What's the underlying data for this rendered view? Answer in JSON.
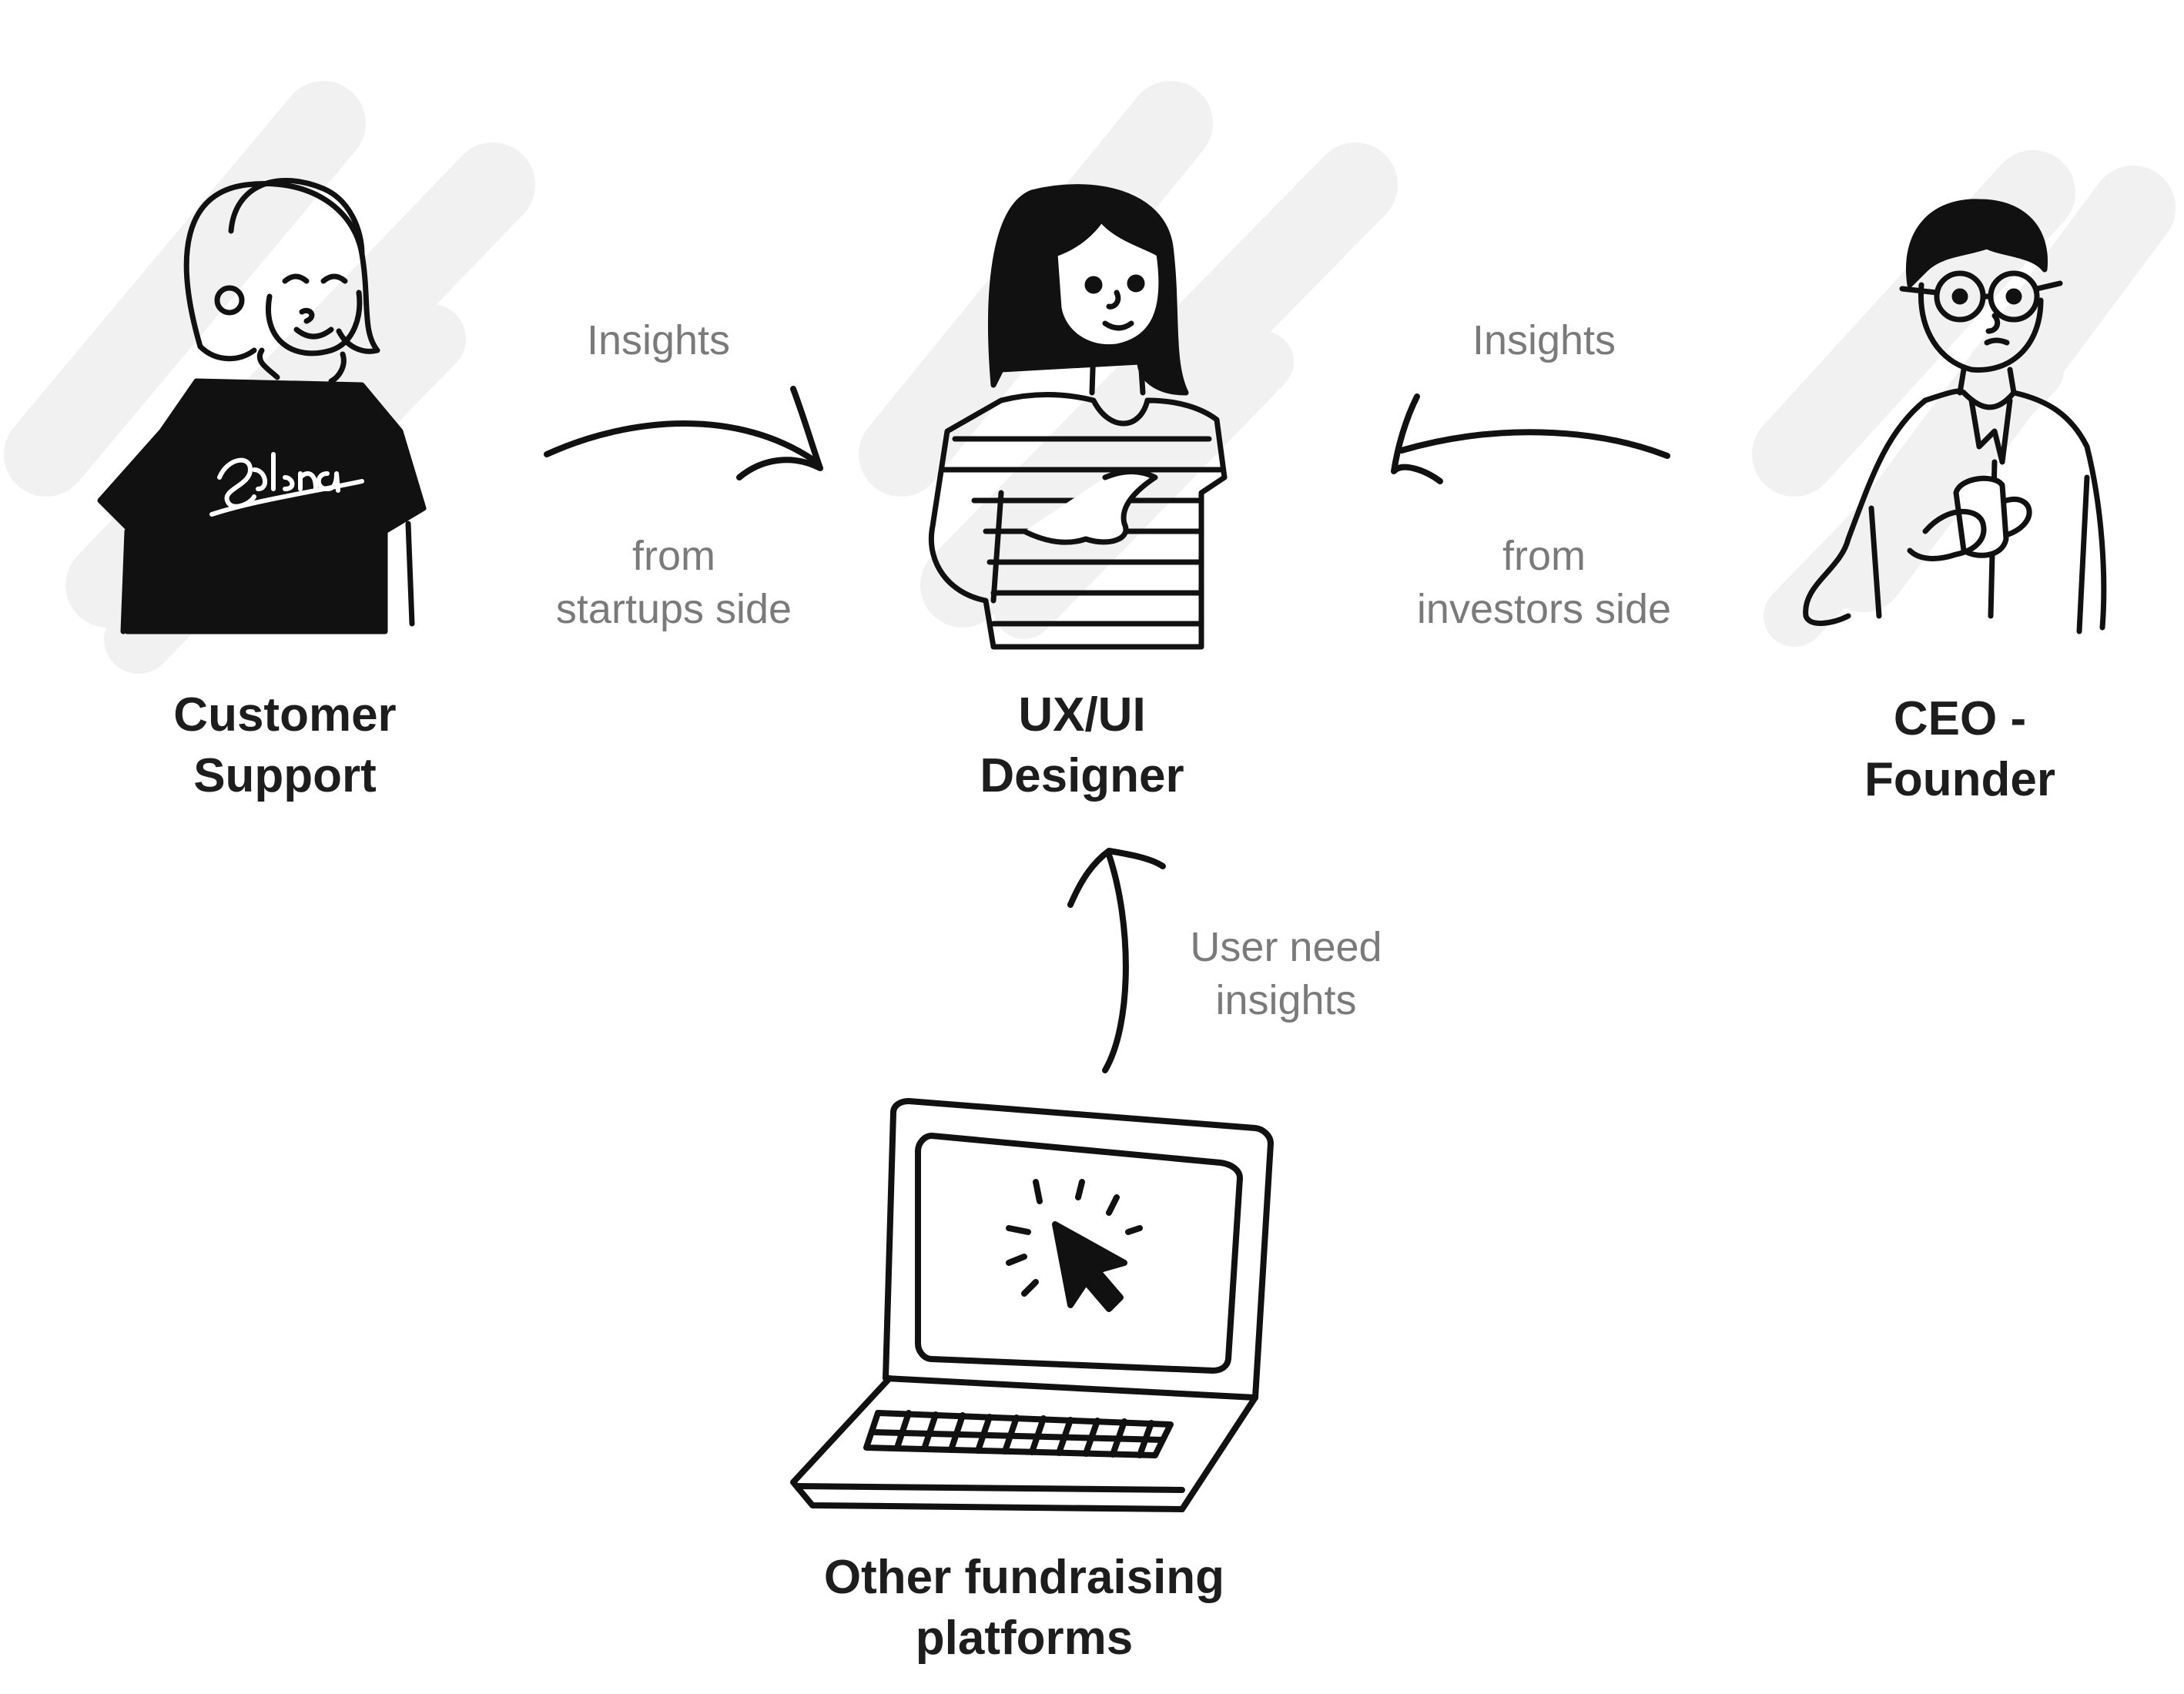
{
  "nodes": {
    "customer_support": {
      "line1": "Customer",
      "line2": "Support"
    },
    "designer": {
      "line1": "UX/UI",
      "line2": "Designer"
    },
    "ceo": {
      "line1": "CEO -",
      "line2": "Founder"
    },
    "platforms": {
      "line1": "Other fundraising",
      "line2": "platforms"
    }
  },
  "edges": {
    "left": {
      "title": "Insights",
      "line1": "from",
      "line2": "startups side"
    },
    "right": {
      "title": "Insights",
      "line1": "from",
      "line2": "investors side"
    },
    "bottom": {
      "line1": "User need",
      "line2": "insights"
    }
  },
  "tshirt_text": "Selena",
  "colors": {
    "ink": "#111111",
    "label": "#7a7a7a",
    "shadow": "#f0f0f0"
  }
}
